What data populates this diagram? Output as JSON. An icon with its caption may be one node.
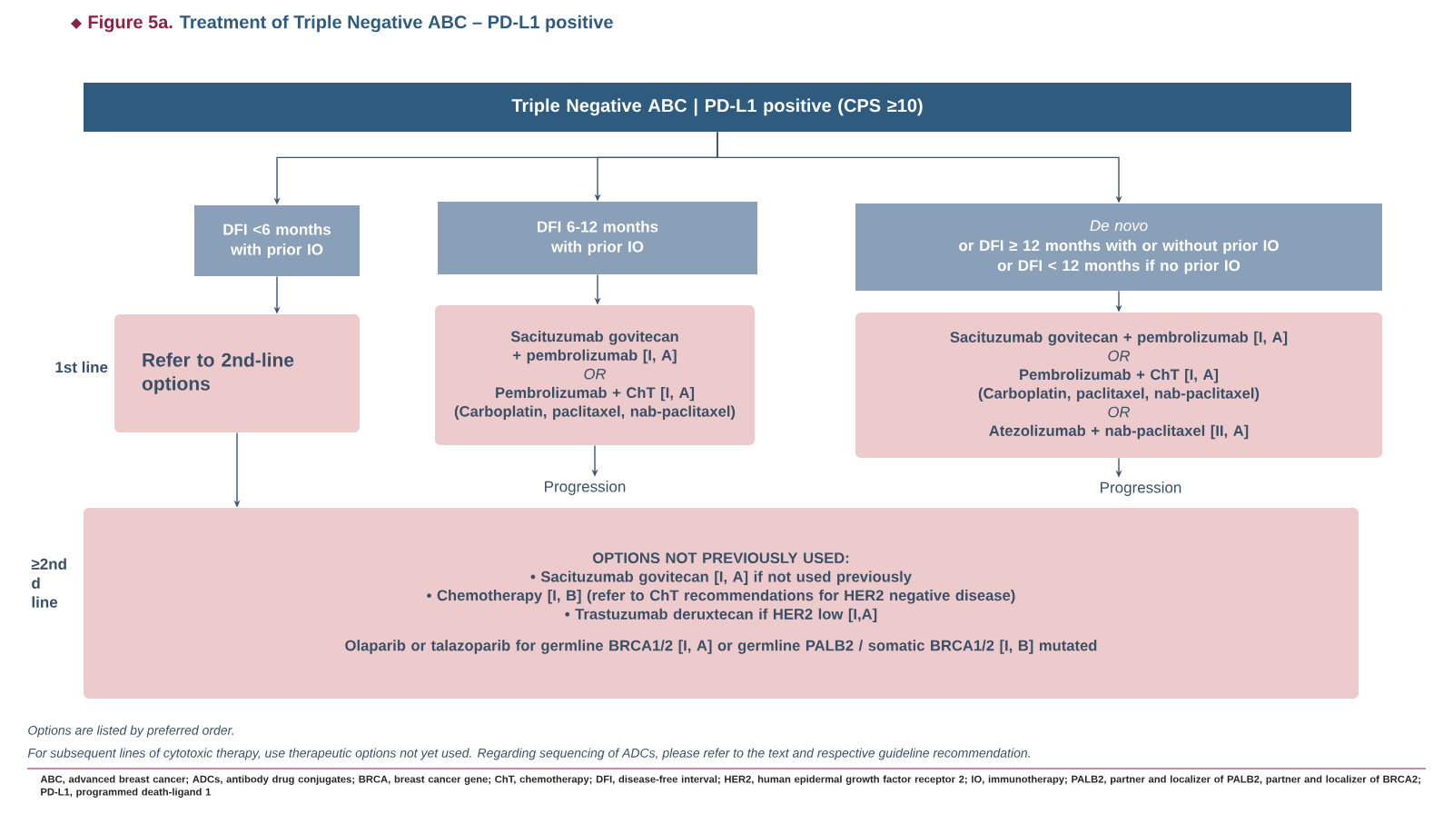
{
  "diagram": {
    "title": "Treatment of Triple Negative ABC – PD-L1 positive",
    "nodes": [
      {
        "text": [
          "Triple Negative ABC  |  PD-L1 positive (CPS ≥10)"
        ]
      },
      {
        "text": [
          "DFI <6 months with prior IO"
        ]
      },
      {
        "text": [
          "DFI 6-12 months with prior IO"
        ]
      },
      {
        "text": [
          "De novo",
          "or DFI ≥ 12 months with or without prior IO",
          "or DFI < 12 months if no prior IO"
        ]
      },
      {
        "text": [
          "Refer to 2nd-line options"
        ]
      },
      {
        "text": [
          "Sacituzumab govitecan + pembrolizumab [I, A]",
          "OR",
          "Pembrolizumab + ChT [I, A]",
          "(Carboplatin, paclitaxel, nab-paclitaxel)"
        ]
      },
      {
        "text": [
          "Progression"
        ]
      },
      {
        "text": [
          "Sacituzumab govitecan + pembrolizumab [I, A]",
          "OR",
          "Pembrolizumab + ChT [I, A]",
          "(Carboplatin, paclitaxel, nab-paclitaxel)",
          "OR",
          "Atezolizumab + nab-paclitaxel [II, A]"
        ]
      },
      {
        "text": [
          "Progression"
        ]
      },
      {
        "text": [
          "OPTIONS NOT PREVIOUSLY USED:",
          "• Sacituzumab govitecan [I, A] if not used previously",
          "• Chemotherapy [I, B] (refer to ChT recommendations for HER2 negative disease)",
          "• Trastuzumab deruxtecan if HER2 low [I,A]",
          "Olaparib or talazoparib for germline BRCA1/2 [I, A] or germline PALB2 / somatic BRCA1/2 [I, B] mutated"
        ]
      }
    ],
    "edges": [
      {
        "from": 0,
        "to": 1,
        "arrow": "to"
      },
      {
        "from": 0,
        "to": 2,
        "arrow": "to"
      },
      {
        "from": 0,
        "to": 3,
        "arrow": "to"
      },
      {
        "from": 1,
        "to": 4,
        "arrow": "to"
      },
      {
        "from": 2,
        "to": 5,
        "arrow": "to"
      },
      {
        "from": 3,
        "to": 7,
        "arrow": "to"
      },
      {
        "from": 5,
        "to": 6,
        "arrow": "to"
      },
      {
        "from": 7,
        "to": 8,
        "arrow": "to"
      },
      {
        "from": 4,
        "to": 9,
        "arrow": "to"
      }
    ],
    "labels": [
      "Figure 5a.",
      "1st line",
      "≥2nd d line",
      "Options are listed by preferred order.",
      "For subsequent lines of cytotoxic therapy, use therapeutic options not yet used. Regarding sequencing of ADCs, please refer to the text and respective guideline recommendation.",
      "ABC, advanced breast cancer; ADCs, antibody drug conjugates; BRCA, breast cancer gene; ChT, chemotherapy; DFI, disease-free interval; HER2, human epidermal growth factor receptor 2; IO, immunotherapy; PALB2, partner and localizer of PALB2, partner and localizer of BRCA2; PD-L1, programmed death-ligand 1"
    ]
  }
}
